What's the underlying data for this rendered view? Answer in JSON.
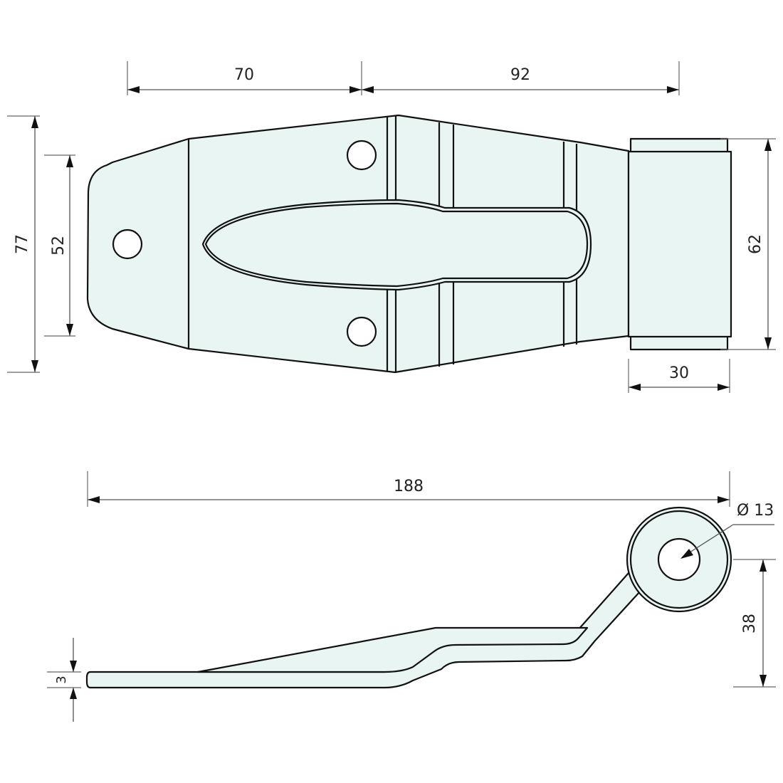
{
  "drawing": {
    "title": "Hinge technical drawing",
    "fill_color": "#e8f5f3",
    "line_color": "#111111",
    "dimension_color": "#555555"
  },
  "top_view": {
    "dimensions": {
      "hole_to_rib": "70",
      "rib_to_knuckle": "92",
      "overall_height": "77",
      "hole_spacing": "52",
      "knuckle_length": "62",
      "knuckle_width": "30"
    }
  },
  "side_view": {
    "dimensions": {
      "overall_length": "188",
      "pin_diameter": "Ø 13",
      "offset_height": "38",
      "thickness": "3"
    }
  }
}
